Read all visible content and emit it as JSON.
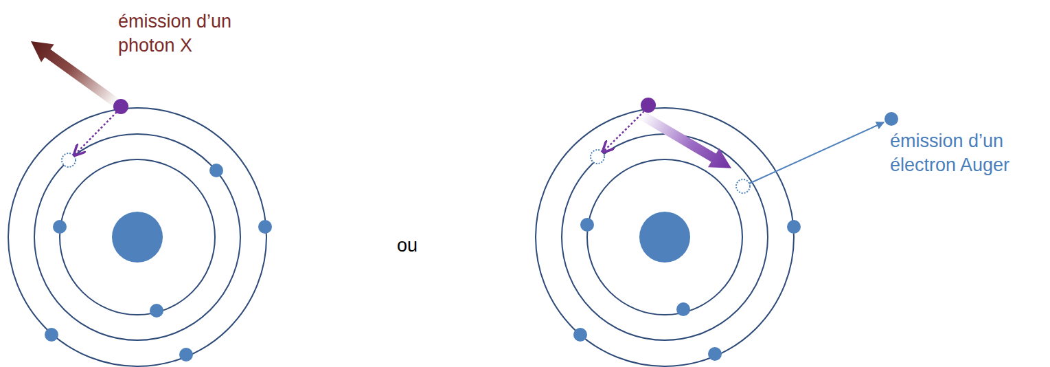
{
  "diagram": {
    "labels": [
      "émission d’un photon X",
      "ou",
      "émission d’un électron Auger"
    ]
  }
}
